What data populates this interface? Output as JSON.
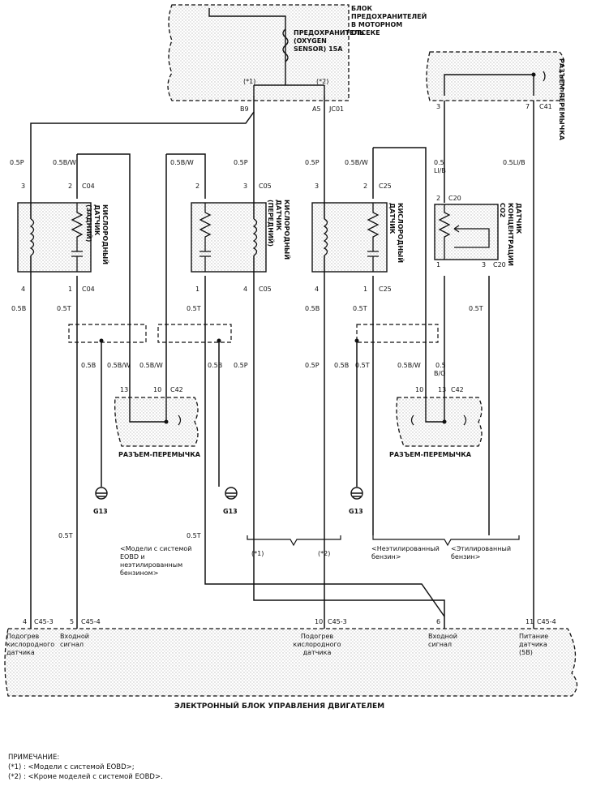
{
  "fuse_block": {
    "title": "БЛОК ПРЕДОХРАНИТЕЛЕЙ В МОТОРНОМ ОТСЕКЕ",
    "fuse_label": "ПРЕДОХРАНИТЕЛЬ (OXYGEN SENSOR) 15A",
    "pin_1": "(*1)",
    "pin_2": "(*2)",
    "conn_b9": "B9",
    "conn_a5": "A5",
    "conn_jc01": "JC01"
  },
  "jumper_top": {
    "label": "РАЗЪЕМ-ПЕРЕМЫЧКА",
    "pin_3": "3",
    "pin_7": "7",
    "conn": "C41"
  },
  "sensors": {
    "rear": {
      "label": "КИСЛОРОДНЫЙ ДАТЧИК (ЗАДНИЙ)",
      "wire_p": "0.5P",
      "wire_bw": "0.5B/W",
      "wire_b": "0.5B",
      "wire_t": "0.5T",
      "pin_top_3": "3",
      "pin_top_2": "2",
      "conn_top": "C04",
      "pin_bot_4": "4",
      "pin_bot_1": "1",
      "conn_bot": "C04"
    },
    "front": {
      "label": "КИСЛОРОДНЫЙ ДАТЧИК (ПЕРЕДНИЙ)",
      "wire_bw": "0.5B/W",
      "wire_p": "0.5P",
      "wire_t": "0.5T",
      "pin_top_2": "2",
      "pin_top_3": "3",
      "conn_top": "C05",
      "pin_bot_1": "1",
      "pin_bot_4": "4",
      "conn_bot": "C05"
    },
    "third": {
      "label": "КИСЛОРОДНЫЙ ДАТЧИК",
      "wire_p": "0.5P",
      "wire_bw": "0.5B/W",
      "wire_b": "0.5B",
      "wire_t": "0.5T",
      "pin_top_3": "3",
      "pin_top_2": "2",
      "conn_top": "C25",
      "pin_bot_4": "4",
      "pin_bot_1": "1",
      "conn_bot": "C25"
    },
    "co2": {
      "label": "ДАТЧИК КОНЦЕНТРАЦИИ CO2",
      "wire_top": "0.5 Ll/B",
      "wire_right": "0.5Ll/B",
      "wire_t": "0.5T",
      "pin_2": "2",
      "conn_top": "C20",
      "pin_1": "1",
      "pin_3": "3",
      "conn_bot": "C20"
    }
  },
  "mid_wires": {
    "w1": "0.5B",
    "w2": "0.5B/W",
    "w3": "0.5B/W",
    "w4": "0.5B",
    "w5": "0.5P",
    "w6": "0.5P",
    "w7": "0.5B",
    "w8": "0.5T",
    "w9": "0.5B/W",
    "w10": "0.5",
    "w10b": "B/O"
  },
  "jumper_left": {
    "label": "РАЗЪЕМ-ПЕРЕМЫЧКА",
    "pin_13": "13",
    "pin_10": "10",
    "conn": "C42"
  },
  "jumper_right": {
    "label": "РАЗЪЕМ-ПЕРЕМЫЧКА",
    "pin_10": "10",
    "pin_13": "13",
    "conn": "C42"
  },
  "grounds": [
    "G13",
    "G13",
    "G13"
  ],
  "lower_wires": {
    "left_t": "0.5T",
    "mid_t": "0.5T"
  },
  "notes_variants": {
    "eobd": "<Модели с системой EOBD и неэтилированным бензином>",
    "p1": "(*1)",
    "p2": "(*2)",
    "unleaded": "<Неэтилированный бензин>",
    "leaded": "<Этилированный бензин>"
  },
  "ecu": {
    "title": "ЭЛЕКТРОННЫЙ БЛОК УПРАВЛЕНИЯ ДВИГАТЕЛЕМ",
    "pins": [
      {
        "num": "4",
        "conn": "C45-3",
        "label": "Подогрев кислородного датчика"
      },
      {
        "num": "5",
        "conn": "C45-4",
        "label": "Входной сигнал"
      },
      {
        "num": "10",
        "conn": "C45-3",
        "label": "Подогрев кислородного датчика"
      },
      {
        "num": "6",
        "conn": "",
        "label": "Входной сигнал"
      },
      {
        "num": "11",
        "conn": "C45-4",
        "label": "Питание датчика (5В)"
      }
    ]
  },
  "note": {
    "heading": "ПРИМЕЧАНИЕ:",
    "line1": "(*1) : <Модели с системой EOBD>;",
    "line2": "(*2) : <Кроме моделей с системой EOBD>."
  }
}
